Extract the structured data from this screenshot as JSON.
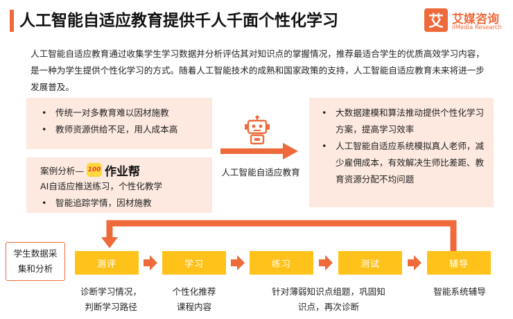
{
  "title": "人工智能自适应教育提供千人千面个性化学习",
  "logo": {
    "mark": "艾",
    "name_cn": "艾媒咨询",
    "name_en": "iiMedia Research"
  },
  "intro": "人工智能自适应教育通过收集学生学习数据并分析评估其对知识点的掌握情况，推荐最适合学生的优质高效学习内容，是一种为学生提供个性化学习的方式。随着人工智能技术的成熟和国家政策的支持，人工智能自适应教育未来将进一步发展普及。",
  "problems": [
    "传统一对多教育难以因材施教",
    "教师资源供给不足，用人成本高"
  ],
  "case": {
    "label": "案例分析—",
    "icon_text": "100",
    "brand": "作业帮",
    "line": "AI自适应推送练习，个性化教学",
    "bullet": "智能追踪学情，因材施教"
  },
  "center": {
    "label": "人工智能自适应教育",
    "icon": "robot-icon"
  },
  "solutions": [
    "大数据建模和算法推动提供个性化学习方案，提高学习效率",
    "人工智能自适应系统模拟真人老师，减少雇佣成本，有效解决生师比差距、教育资源分配不均问题"
  ],
  "data_collect": [
    "学生数据采",
    "集和分析"
  ],
  "steps": [
    {
      "label": "测评",
      "desc": [
        "诊断学习情况，",
        "判断学习路径"
      ]
    },
    {
      "label": "学习",
      "desc": [
        "个性化推荐",
        "课程内容"
      ]
    },
    {
      "label": "练习",
      "desc": [
        "针对薄弱知识点组题，巩固知",
        "识点，再次诊断"
      ]
    },
    {
      "label": "测试",
      "desc": []
    },
    {
      "label": "辅导",
      "desc": [
        "智能系统辅导"
      ]
    }
  ],
  "colors": {
    "accent": "#ee6a3a",
    "panel": "#fde9e0",
    "step": "#ffc21a"
  }
}
